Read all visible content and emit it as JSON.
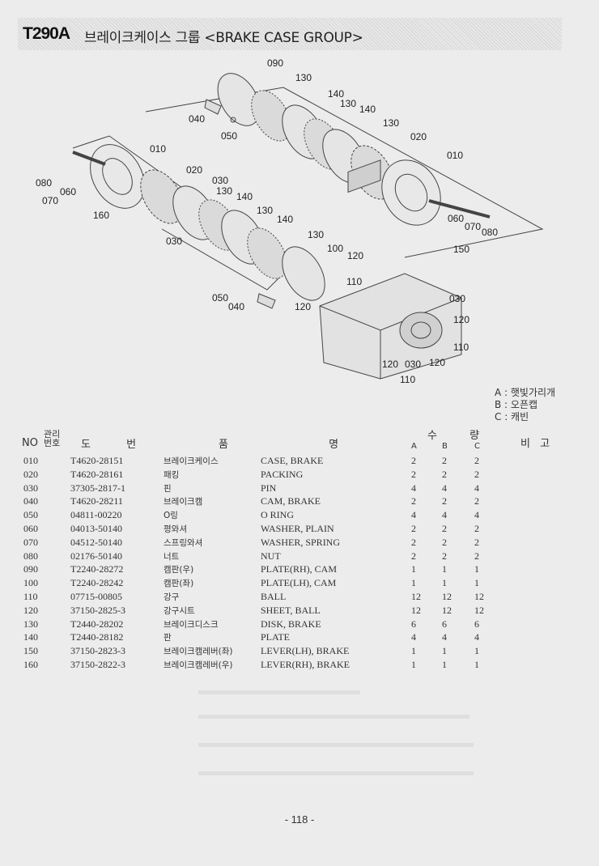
{
  "header": {
    "code": "T290A",
    "title": "브레이크케이스 그룹 <BRAKE CASE GROUP>"
  },
  "diagram": {
    "callouts": [
      "090",
      "130",
      "140",
      "130",
      "140",
      "040",
      "050",
      "130",
      "020",
      "010",
      "010",
      "020",
      "030",
      "080",
      "060",
      "070",
      "160",
      "130",
      "140",
      "130",
      "140",
      "030",
      "130",
      "100",
      "120",
      "110",
      "050",
      "040",
      "120",
      "060",
      "070",
      "080",
      "150",
      "030",
      "120",
      "110",
      "120",
      "030",
      "120",
      "110"
    ]
  },
  "legend": {
    "a": "A : 햇빛가리개",
    "b": "B : 오픈캡",
    "c": "C : 캐빈"
  },
  "table_header": {
    "no": "NO",
    "mgmt_no": "관리번호",
    "part_no": "도 번",
    "name": "품 명",
    "qty": "수 량",
    "col_a": "A",
    "col_b": "B",
    "col_c": "C",
    "remarks": "비 고"
  },
  "parts": [
    {
      "no": "010",
      "part": "T4620-28151",
      "kor": "브레이크케이스",
      "en": "CASE, BRAKE",
      "a": "2",
      "b": "2",
      "c": "2"
    },
    {
      "no": "020",
      "part": "T4620-28161",
      "kor": "패킹",
      "en": "PACKING",
      "a": "2",
      "b": "2",
      "c": "2"
    },
    {
      "no": "030",
      "part": "37305-2817-1",
      "kor": "핀",
      "en": "PIN",
      "a": "4",
      "b": "4",
      "c": "4"
    },
    {
      "no": "040",
      "part": "T4620-28211",
      "kor": "브레이크캠",
      "en": "CAM, BRAKE",
      "a": "2",
      "b": "2",
      "c": "2"
    },
    {
      "no": "050",
      "part": "04811-00220",
      "kor": "O링",
      "en": "O RING",
      "a": "4",
      "b": "4",
      "c": "4"
    },
    {
      "no": "060",
      "part": "04013-50140",
      "kor": "평와셔",
      "en": "WASHER, PLAIN",
      "a": "2",
      "b": "2",
      "c": "2"
    },
    {
      "no": "070",
      "part": "04512-50140",
      "kor": "스프링와셔",
      "en": "WASHER, SPRING",
      "a": "2",
      "b": "2",
      "c": "2"
    },
    {
      "no": "080",
      "part": "02176-50140",
      "kor": "너트",
      "en": "NUT",
      "a": "2",
      "b": "2",
      "c": "2"
    },
    {
      "no": "090",
      "part": "T2240-28272",
      "kor": "캠판(우)",
      "en": "PLATE(RH), CAM",
      "a": "1",
      "b": "1",
      "c": "1"
    },
    {
      "no": "100",
      "part": "T2240-28242",
      "kor": "캠판(좌)",
      "en": "PLATE(LH), CAM",
      "a": "1",
      "b": "1",
      "c": "1"
    },
    {
      "no": "110",
      "part": "07715-00805",
      "kor": "강구",
      "en": "BALL",
      "a": "12",
      "b": "12",
      "c": "12"
    },
    {
      "no": "120",
      "part": "37150-2825-3",
      "kor": "강구시트",
      "en": "SHEET, BALL",
      "a": "12",
      "b": "12",
      "c": "12"
    },
    {
      "no": "130",
      "part": "T2440-28202",
      "kor": "브레이크디스크",
      "en": "DISK, BRAKE",
      "a": "6",
      "b": "6",
      "c": "6"
    },
    {
      "no": "140",
      "part": "T2440-28182",
      "kor": "판",
      "en": "PLATE",
      "a": "4",
      "b": "4",
      "c": "4"
    },
    {
      "no": "150",
      "part": "37150-2823-3",
      "kor": "브레이크캠레버(좌)",
      "en": "LEVER(LH), BRAKE",
      "a": "1",
      "b": "1",
      "c": "1"
    },
    {
      "no": "160",
      "part": "37150-2822-3",
      "kor": "브레이크캠레버(우)",
      "en": "LEVER(RH), BRAKE",
      "a": "1",
      "b": "1",
      "c": "1"
    }
  ],
  "page_number": "- 118 -"
}
